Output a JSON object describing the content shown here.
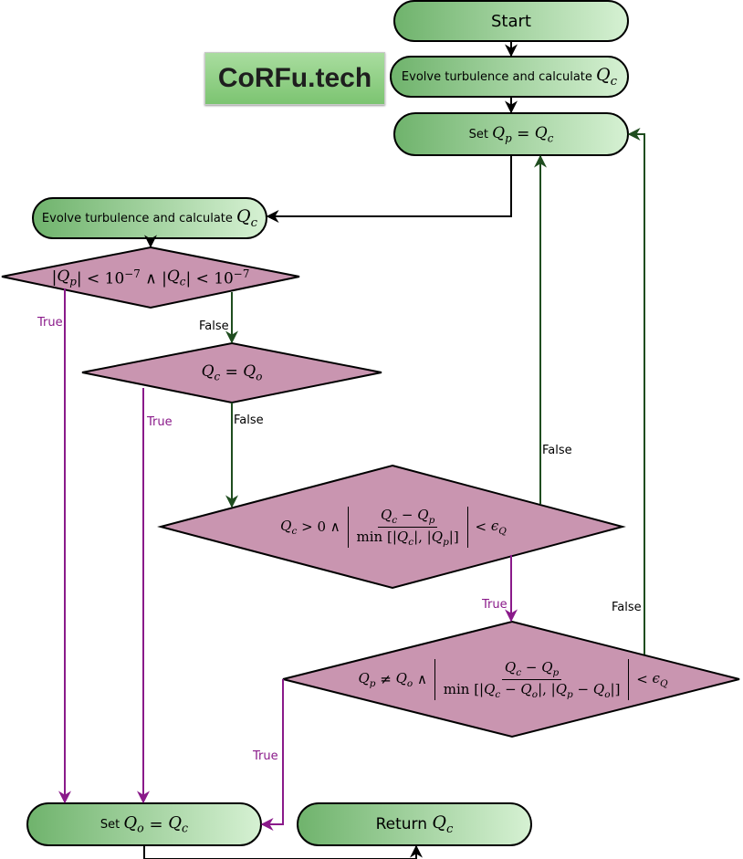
{
  "logo": {
    "text": "CoRFu.tech"
  },
  "nodes": {
    "start": {
      "label": "Start"
    },
    "evolve_top": {
      "label": "Evolve turbulence and calculate",
      "math": "Q_c"
    },
    "set_qp": {
      "label": "Set",
      "math": "Q_p = Q_c"
    },
    "evolve_left": {
      "label": "Evolve turbulence and calculate",
      "math": "Q_c"
    },
    "cond1": {
      "math": "|Q_p| < 10^{-7} ∧ |Q_c| < 10^{-7}"
    },
    "cond2": {
      "math": "Q_c = Q_o"
    },
    "cond3": {
      "math": "Q_c > 0 ∧ |(Q_c − Q_p) / min[|Q_c|, |Q_p|]| < ε_Q"
    },
    "cond4": {
      "math": "Q_p ≠ Q_o ∧ |(Q_c − Q_p) / min[|Q_c − Q_o|, |Q_p − Q_o|]| < ε_Q"
    },
    "set_qo": {
      "label": "Set",
      "math": "Q_o = Q_c"
    },
    "return": {
      "label": "Return",
      "math": "Q_c"
    }
  },
  "edge_labels": {
    "true": "True",
    "false": "False"
  },
  "colors": {
    "terminal_fill_dark": "#6fb36c",
    "terminal_fill_light": "#d6f1d3",
    "decision_fill": "#c995b0",
    "true_arrow": "#8a1a8a",
    "false_arrow": "#1f4d1f"
  }
}
